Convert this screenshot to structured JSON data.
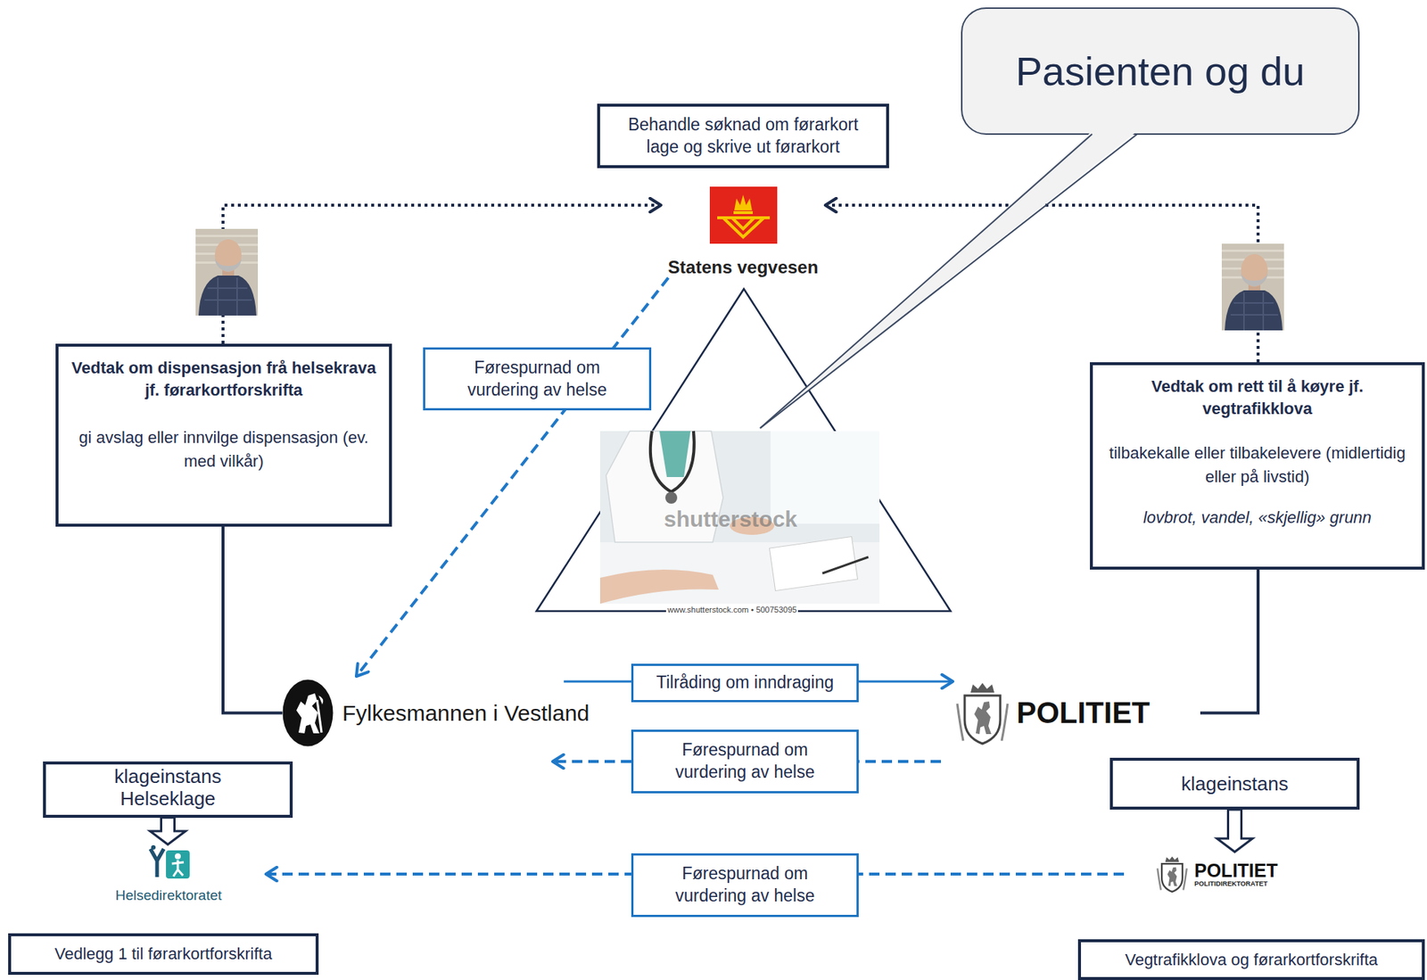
{
  "diagram": {
    "nodes": [
      {
        "text": [
          "Pasienten og du"
        ]
      },
      {
        "text": [
          "Behandle søknad om førarkort lage og skrive ut førarkort"
        ]
      },
      {
        "text": [
          "Statens vegvesen"
        ]
      },
      {
        "text": [
          "Vedtak om dispensasjon frå helsekrava jf. førarkortforskrifta",
          "gi avslag eller innvilge dispensasjon (ev. med vilkår)"
        ]
      },
      {
        "text": [
          "Vedtak om rett til å køyre jf. vegtrafikklova",
          "tilbakekalle eller tilbakelevere (midlertidig eller på livstid)",
          "lovbrot, vandel, «skjellig» grunn"
        ]
      },
      {
        "text": [
          "Fylkesmannen i Vestland"
        ]
      },
      {
        "text": [
          "POLITIET"
        ]
      },
      {
        "text": [
          "klageinstans Helseklage"
        ]
      },
      {
        "text": [
          "klageinstans"
        ]
      },
      {
        "text": [
          "Helsedirektoratet"
        ]
      },
      {
        "text": [
          "POLITIET",
          "POLITIDIREKTORATET"
        ]
      },
      {
        "text": [
          "Vedlegg 1 til førarkortforskrifta"
        ]
      },
      {
        "text": [
          "Vegtrafikklova og førarkortforskrifta"
        ]
      }
    ],
    "edges": [
      {
        "from": 3,
        "to": 2,
        "arrow": "to"
      },
      {
        "from": 4,
        "to": 2,
        "arrow": "to"
      },
      {
        "from": 2,
        "to": 5,
        "label": "Førespurnad om vurdering av helse",
        "arrow": "to"
      },
      {
        "from": 5,
        "to": 6,
        "label": "Tilråding om inndraging",
        "arrow": "to"
      },
      {
        "from": 6,
        "to": 5,
        "label": "Førespurnad om vurdering av helse",
        "arrow": "to"
      },
      {
        "from": 3,
        "to": 5,
        "arrow": "none"
      },
      {
        "from": 4,
        "to": 6,
        "arrow": "none"
      },
      {
        "from": 7,
        "to": 9,
        "arrow": "to"
      },
      {
        "from": 8,
        "to": 10,
        "arrow": "to"
      },
      {
        "from": 10,
        "to": 9,
        "label": "Førespurnad om vurdering av helse",
        "arrow": "to"
      }
    ],
    "labels": [
      "shutterstock",
      "www.shutterstock.com • 500753095"
    ]
  }
}
